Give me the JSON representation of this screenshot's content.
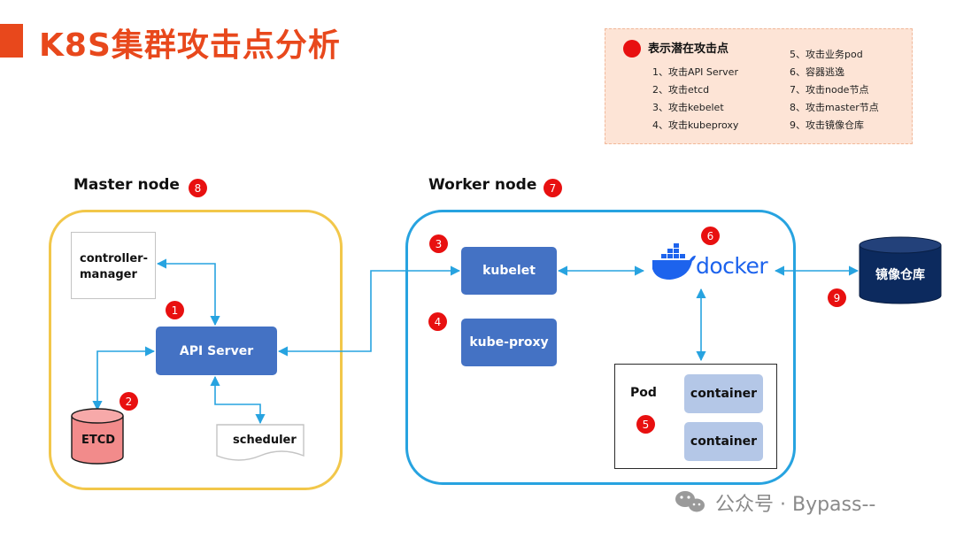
{
  "title": "K8S集群攻击点分析",
  "legend": {
    "heading": "表示潜在攻击点",
    "items": [
      "1、攻击API Server",
      "2、攻击etcd",
      "3、攻击kebelet",
      "4、攻击kubeproxy",
      "5、攻击业务pod",
      "6、容器逃逸",
      "7、攻击node节点",
      "8、攻击master节点",
      "9、攻击镜像仓库"
    ]
  },
  "master": {
    "title": "Master node",
    "badge": "8",
    "controller_line1": "controller-",
    "controller_line2": "manager",
    "api_server": "API Server",
    "api_badge": "1",
    "etcd": "ETCD",
    "etcd_badge": "2",
    "scheduler": "scheduler"
  },
  "worker": {
    "title": "Worker node",
    "badge": "7",
    "kubelet": "kubelet",
    "kubelet_badge": "3",
    "kube_proxy": "kube-proxy",
    "kube_proxy_badge": "4",
    "docker": "docker",
    "docker_badge": "6",
    "pod_label": "Pod",
    "pod_badge": "5",
    "container_1": "container",
    "container_2": "container"
  },
  "registry": {
    "label": "镜像仓库",
    "badge": "9"
  },
  "watermark": "公众号 · Bypass--",
  "colors": {
    "accent": "#e8481c",
    "attack_point": "#e81010",
    "component_blue": "#4472c4",
    "container_fill": "#b4c7e7",
    "arrow": "#27a3e0",
    "master_frame": "#f2c74a",
    "worker_frame": "#27a3e0",
    "etcd_fill": "#f28b8b",
    "registry_fill": "#0c2a5e",
    "legend_bg": "#fde4d6"
  },
  "icons": [
    "docker-whale-icon",
    "wechat-icon",
    "database-cylinder-icon",
    "document-shape-icon"
  ]
}
